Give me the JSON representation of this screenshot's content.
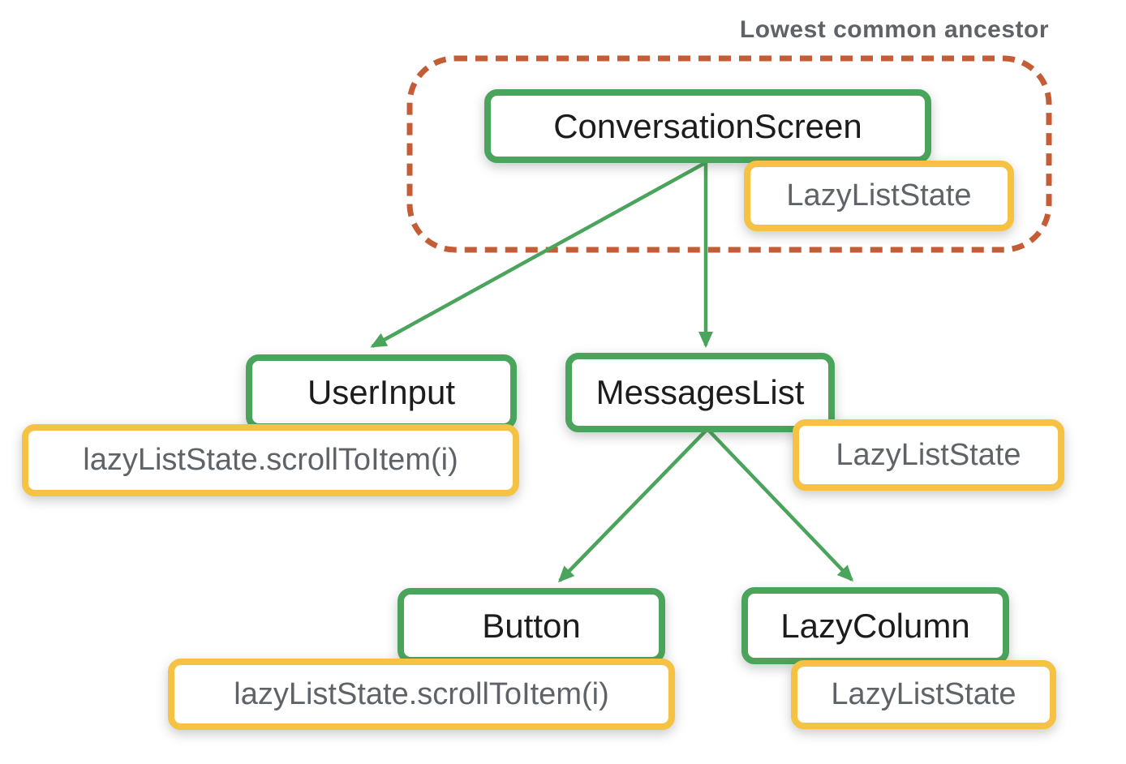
{
  "diagram": {
    "lca_label": "Lowest common ancestor",
    "nodes": {
      "conversation_screen": "ConversationScreen",
      "user_input": "UserInput",
      "messages_list": "MessagesList",
      "button": "Button",
      "lazy_column": "LazyColumn"
    },
    "states": {
      "conversation": "LazyListState",
      "user_input_call": "lazyListState.scrollToItem(i)",
      "messages_list": "LazyListState",
      "button_call": "lazyListState.scrollToItem(i)",
      "lazy_column": "LazyListState"
    },
    "colors": {
      "node_border": "#4BA45B",
      "state_border": "#F5C244",
      "ancestor_outline": "#C45C35",
      "edge": "#4BA45B",
      "node_text": "#1c1c1c",
      "state_text": "#5f6368",
      "label_text": "#5f6368",
      "background": "#ffffff"
    }
  }
}
